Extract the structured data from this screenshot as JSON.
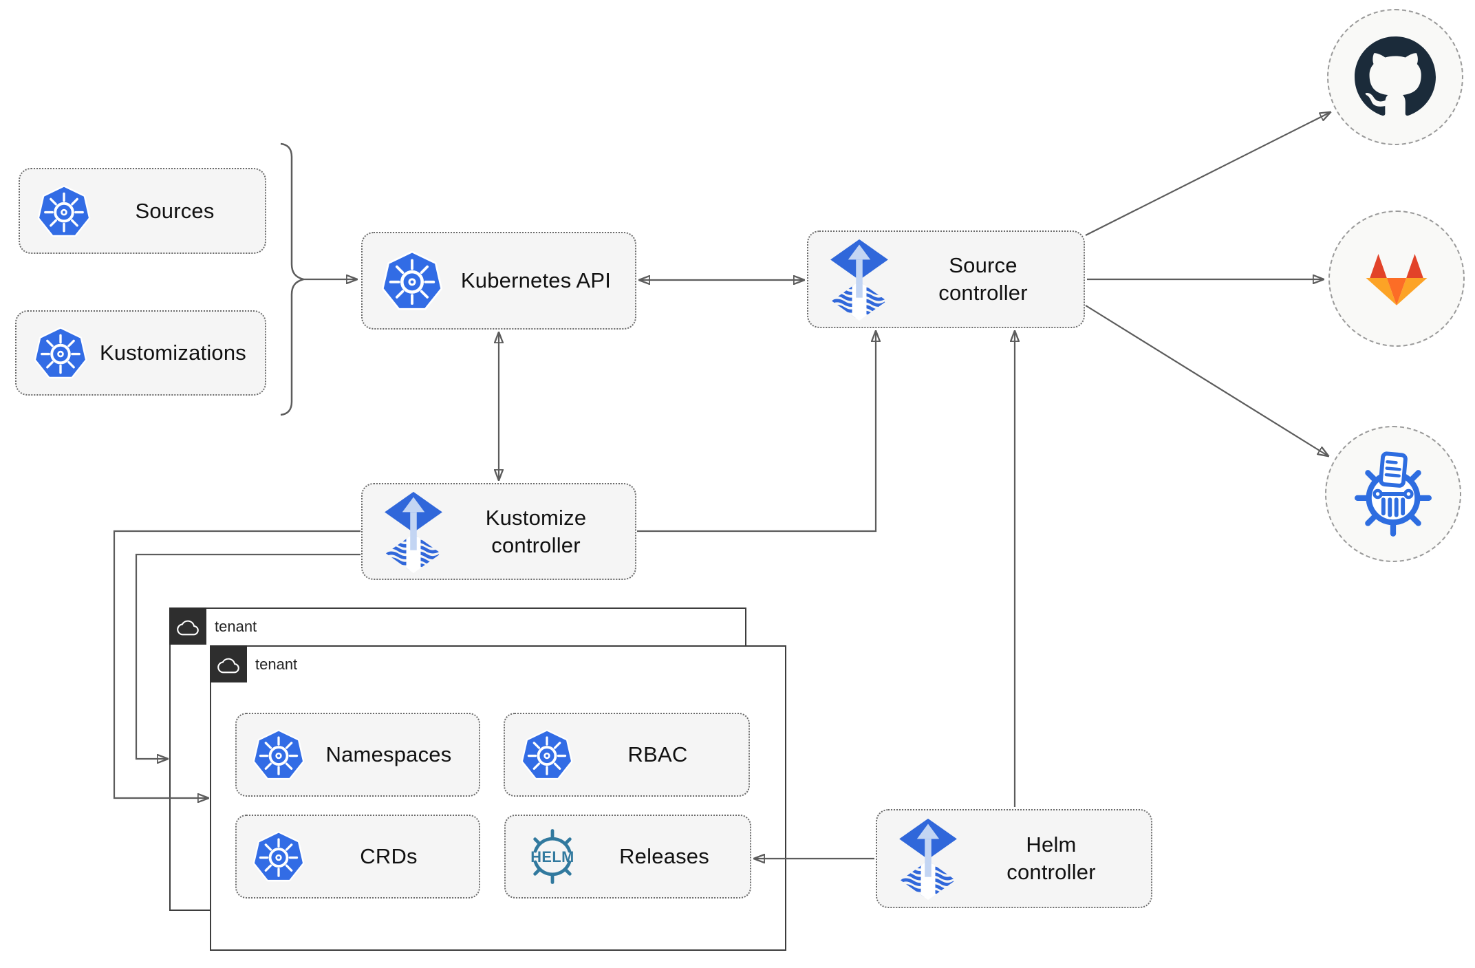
{
  "diagram": {
    "cluster_resources": {
      "sources": {
        "label": "Sources"
      },
      "kustomizations": {
        "label": "Kustomizations"
      }
    },
    "nodes": {
      "kubernetes_api": {
        "label": "Kubernetes API"
      },
      "source_controller": {
        "label": "Source\ncontroller"
      },
      "kustomize_controller": {
        "label": "Kustomize\ncontroller"
      },
      "helm_controller": {
        "label": "Helm\ncontroller"
      }
    },
    "tenants": {
      "back": {
        "label": "tenant"
      },
      "front": {
        "label": "tenant"
      }
    },
    "tenant_resources": {
      "namespaces": {
        "label": "Namespaces"
      },
      "rbac": {
        "label": "RBAC"
      },
      "crds": {
        "label": "CRDs"
      },
      "releases": {
        "label": "Releases"
      }
    },
    "logos": {
      "helm_wheel_text": "HELM"
    },
    "external_sources": {
      "github": {
        "icon": "github-icon"
      },
      "gitlab": {
        "icon": "gitlab-icon"
      },
      "helm_repository": {
        "icon": "helm-repository-icon"
      }
    },
    "colors": {
      "kubernetes_blue": "#326ce5",
      "flux_blue": "#3067da",
      "flux_arrow_light": "#c3d5f3",
      "helm_teal": "#31799e",
      "chartmuseum_blue": "#2e6de0",
      "github_dark": "#1b2b3a",
      "gitlab_red": "#e24329",
      "gitlab_orange": "#fc6d26",
      "gitlab_amber": "#fca326",
      "connector_gray": "#5c5c5c",
      "node_fill": "#f5f5f5",
      "tenant_tab_bg": "#2e2e2e"
    }
  }
}
